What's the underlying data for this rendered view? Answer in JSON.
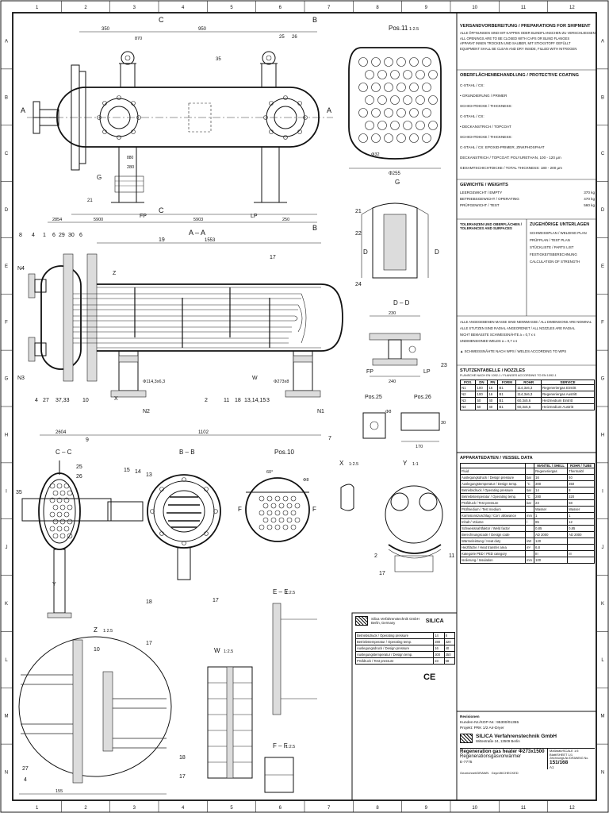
{
  "border": {
    "col_numbers": [
      "1",
      "2",
      "3",
      "4",
      "5",
      "6",
      "7",
      "8",
      "9",
      "10",
      "11",
      "12"
    ],
    "row_letters": [
      "A",
      "B",
      "C",
      "D",
      "E",
      "F",
      "G",
      "H",
      "I",
      "J",
      "K",
      "L",
      "M",
      "N"
    ]
  },
  "views": {
    "top_view": {
      "section_marks": [
        "A",
        "A",
        "B",
        "B",
        "C",
        "C"
      ],
      "dims": [
        "350",
        "950",
        "870",
        "35",
        "25",
        "26",
        "280",
        "2854",
        "5900",
        "5903",
        "250",
        "880"
      ],
      "labels": [
        "G",
        "FP",
        "LP",
        "21"
      ]
    },
    "section_aa": {
      "title": "A – A",
      "pos": [
        "8",
        "4",
        "1",
        "6",
        "29",
        "30",
        "6",
        "19",
        "17",
        "N4",
        "N3",
        "4",
        "27",
        "37,33",
        "10",
        "2",
        "11",
        "18",
        "13,14,15",
        "3",
        "N1",
        "7",
        "9",
        "N2",
        "Z",
        "X",
        "W"
      ],
      "dims": [
        "1553",
        "2604",
        "1102",
        "Φ114,3x6,3",
        "Φ273x8"
      ]
    },
    "pos11": {
      "title": "Pos.11",
      "scale": "1:2.5",
      "dims": [
        "Φ255",
        "Φ32"
      ]
    },
    "view_g": {
      "title": "G",
      "labels": [
        "21",
        "22",
        "24",
        "D",
        "D"
      ]
    },
    "section_dd": {
      "title": "D – D",
      "labels": [
        "FP",
        "LP",
        "23",
        "230",
        "240"
      ]
    },
    "pos25": {
      "title": "Pos.25",
      "dims": [
        "Φ8"
      ]
    },
    "pos26": {
      "title": "Pos.26",
      "dims": [
        "170",
        "30"
      ]
    },
    "section_cc": {
      "title": "C – C",
      "labels": [
        "35",
        "25",
        "26",
        "Y"
      ]
    },
    "section_bb": {
      "title": "B – B",
      "labels": [
        "15",
        "14",
        "13",
        "18",
        "17"
      ]
    },
    "pos10": {
      "title": "Pos.10",
      "labels": [
        "F",
        "F",
        "Φ8",
        "60°"
      ]
    },
    "view_x": {
      "title": "X",
      "scale": "1:2.5"
    },
    "view_y": {
      "title": "Y",
      "scale": "1:1",
      "labels": [
        "2",
        "17",
        "11"
      ]
    },
    "view_z": {
      "title": "Z",
      "scale": "1:2.5",
      "labels": [
        "10",
        "17",
        "27",
        "18",
        "17",
        "4",
        "155"
      ]
    },
    "view_w": {
      "title": "W",
      "scale": "1:2.5"
    },
    "section_ee": {
      "title": "E – E",
      "scale": "1:2.5"
    },
    "section_ff": {
      "title": "F – F",
      "scale": "1:2.5"
    }
  },
  "notes": {
    "shipment_title": "VERSANDVORBEREITUNG / PREPARATIONS FOR SHIPMENT",
    "shipment_lines": [
      "ALLE ÖFFNUNGEN SIND MIT KAPPEN ODER BLINDFLANSCHEN ZU VERSCHLIESSEN",
      "ALL OPENINGS ARE TO BE CLOSED WITH CAPS OR BLIND FLANGES",
      "APPARAT INNEN TROCKEN UND SAUBER, MIT STICKSTOFF GEFÜLLT",
      "EQUIPMENT SHALL BE CLEAN AND DRY INSIDE, FILLED WITH NITROGEN"
    ],
    "coating_title": "OBERFLÄCHENBEHANDLUNG / PROTECTIVE COATING",
    "coating_lines": [
      "C-STAHL / CS:",
      "• GRUNDIERUNG / PRIMER",
      "SCHICHTDICKE / THICKNESS:",
      "C-STAHL / CS:",
      "• DECKANSTRICH / TOPCOAT",
      "SCHICHTDICKE / THICKNESS:",
      "C-STAHL / CS:   EPOXID-PRIMER, ZINKPHOSPHAT",
      "DECKANSTRICH / TOPCOAT: POLYURETHAN, 100 - 120 µm",
      "GESAMTSCHICHTDICKE / TOTAL THICKNESS: 180 - 200 µm"
    ],
    "weights_title": "GEWICHTE / WEIGHTS",
    "weights": [
      [
        "LEERGEWICHT / EMPTY",
        "370 kg"
      ],
      [
        "BETRIEBSGEWICHT / OPERATING",
        "470 kg"
      ],
      [
        "PRÜFGEWICHT / TEST",
        "560 kg"
      ]
    ],
    "tolerances_title": "TOLERANZEN UND OBERFLÄCHEN / TOLERANCES AND SURFACES",
    "docs_title": "ZUGEHÖRIGE UNTERLAGEN",
    "docs_lines": [
      "SCHWEISSPLAN / WELDING PLAN",
      "PRÜFPLAN / TEST PLAN",
      "STÜCKLISTE / PARTS LIST",
      "FESTIGKEITSBERECHNUNG",
      "CALCULATION OF STRENGTH"
    ],
    "general_lines": [
      "ALLE ANGEGEBENEN MASSE SIND NENNMASSE / ALL DIMENSIONS ARE NOMINAL",
      "ALLE STUTZEN SIND RADIAL ANGEORDNET / ALL NOZZLES ARE RADIAL",
      "NICHT BEMASSTE SCHWEISSNÄHTE a = 0,7 x s",
      "UNDIMENSIONED WELDS a = 0,7 x s"
    ],
    "wps_line": "▲ SCHWEISSNÄHTE NACH WPS / WELDS ACCORDING TO WPS"
  },
  "nozzles": {
    "title": "STUTZENTABELLE / NOZZLES",
    "subtitle": "FLANSCHE NACH EN 1092-1 / FLANGES ACCORDING TO EN 1092-1",
    "headers": [
      "POS.",
      "DN",
      "PN",
      "FORM",
      "ROHR",
      "SERVICE"
    ],
    "rows": [
      [
        "N1",
        "100",
        "16",
        "B1",
        "114,3x6,3",
        "Regeneriergas Eintritt"
      ],
      [
        "N2",
        "100",
        "16",
        "B1",
        "114,3x6,3",
        "Regeneriergas Austritt"
      ],
      [
        "N3",
        "50",
        "40",
        "B1",
        "60,3x5,6",
        "Heizmedium Eintritt"
      ],
      [
        "N4",
        "50",
        "40",
        "B1",
        "60,3x5,6",
        "Heizmedium Austritt"
      ]
    ]
  },
  "vessel": {
    "title": "APPARATEDATEN / VESSEL DATA",
    "headers": [
      "",
      "",
      "MANTEL / SHELL",
      "ROHR / TUBE"
    ],
    "rows": [
      [
        "Fluid",
        "",
        "Regeneriergas",
        "Thermalöl"
      ],
      [
        "Auslegungsdruck / Design pressure",
        "bar",
        "16",
        "40"
      ],
      [
        "Auslegungstemperatur / Design temp.",
        "°C",
        "300",
        "350"
      ],
      [
        "Betriebsdruck / Operating pressure",
        "bar",
        "14",
        "8"
      ],
      [
        "Betriebstemperatur / Operating temp.",
        "°C",
        "280",
        "320"
      ],
      [
        "Prüfdruck / Test pressure",
        "bar",
        "23",
        "58"
      ],
      [
        "Prüfmedium / Test medium",
        "",
        "Wasser",
        "Wasser"
      ],
      [
        "Korrosionszuschlag / Corr. allowance",
        "mm",
        "1",
        "1"
      ],
      [
        "Inhalt / Volume",
        "l",
        "85",
        "12"
      ],
      [
        "Schweissnahtfaktor / Weld factor",
        "",
        "0,85",
        "0,85"
      ],
      [
        "Berechnungscode / Design code",
        "",
        "AD 2000",
        "AD 2000"
      ],
      [
        "Wärmeleistung / Heat duty",
        "kW",
        "120",
        ""
      ],
      [
        "Heizfläche / Heat transfer area",
        "m²",
        "6,8",
        ""
      ],
      [
        "Kategorie PED / PED category",
        "",
        "III",
        "III"
      ],
      [
        "Isolierung / Insulation",
        "mm",
        "100",
        ""
      ]
    ]
  },
  "title_block": {
    "company_small": "Silica Verfahrenstechnik GmbH",
    "company_city": "Berlin, Germany",
    "logo_text": "SILICA",
    "mini_rows": [
      [
        "Betriebsdruck / Operating pressure",
        "14",
        "8"
      ],
      [
        "Betriebstemperatur / Operating temp.",
        "280",
        "320"
      ],
      [
        "Auslegungsdruck / Design pressure",
        "16",
        "40"
      ],
      [
        "Auslegungstemperatur / Design temp.",
        "300",
        "350"
      ],
      [
        "Prüfdruck / Test pressure",
        "23",
        "58"
      ]
    ],
    "ce_mark": "CE",
    "rev_title": "Revisionen",
    "doc_no": "Kunden-Nr./KOP-Nr.: 95300/01355",
    "project": "Projekt: PRK 1/2 Air-Dryer",
    "company": "SILICA Verfahrenstechnik GmbH",
    "address": "Wittestraße 24, 13509 Berlin",
    "drawing_title_en": "Regeneration gas heater Φ273x1500",
    "drawing_title_de": "Regenerationsgasvorwärmer",
    "item": "E-7775",
    "scale_label": "Maßstab/SCALE",
    "scale": "1:5",
    "sheet_label": "Blatt/SHEET",
    "sheet": "1/1",
    "drawing_no_label": "Zeichnungs-Nr./DRAWING No.",
    "drawing_no": "151/168",
    "format": "A1",
    "drawn_label": "Gezeichnet/DRAWN",
    "checked_label": "Geprüft/CHECKED"
  }
}
